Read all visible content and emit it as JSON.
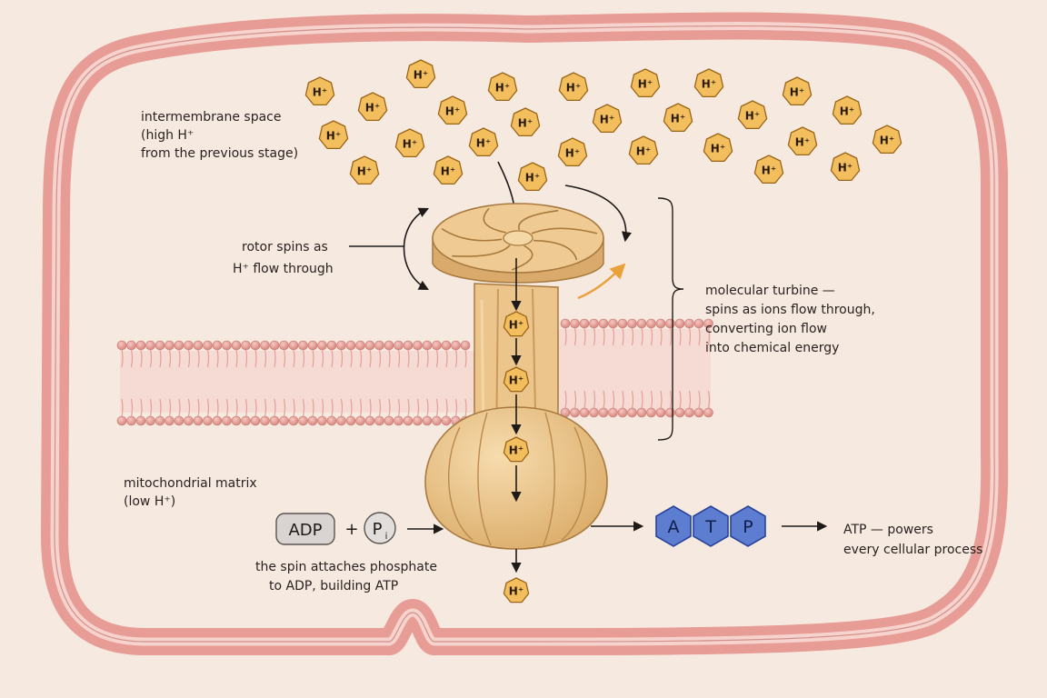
{
  "labels": {
    "intermembrane_line1": "intermembrane space",
    "intermembrane_line2": "(high H⁺",
    "intermembrane_line3": "from the previous stage)",
    "rotor_line1": "rotor spins as",
    "rotor_line2": "H⁺ flow through",
    "turbine_line1": "molecular turbine —",
    "turbine_line2": "spins as ions flow through,",
    "turbine_line3": "converting ion flow",
    "turbine_line4": "into chemical energy",
    "matrix_line1": "mitochondrial matrix",
    "matrix_line2": "(low H⁺)",
    "spin_line1": "the spin attaches phosphate",
    "spin_line2": "to ADP, building ATP",
    "atp_line1": "ATP — powers",
    "atp_line2": "every cellular process"
  },
  "ion_label": "H⁺",
  "molecules": {
    "adp": "ADP",
    "plus": "+",
    "pi_base": "P",
    "pi_sub": "i",
    "atp_letters": [
      "A",
      "T",
      "P"
    ]
  },
  "colors": {
    "background": "#f6e9e0",
    "membrane_outer": "#e79c95",
    "membrane_inner": "#f7d3cd",
    "ion_fill": "#f3bf5e",
    "ion_stroke": "#9a6416",
    "enzyme_fill": "#ecc58c",
    "enzyme_stroke": "#a87a3e",
    "atp_fill": "#5d7dd1",
    "atp_stroke": "#29449a",
    "lipid_head": "#e8a6a0",
    "arrow_orange": "#e9a13b"
  }
}
